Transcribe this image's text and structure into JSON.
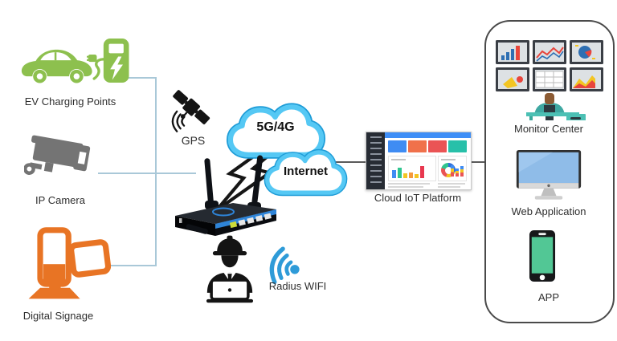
{
  "diagram": {
    "left_devices": [
      {
        "label": "EV Charging Points",
        "icon": "ev-car-charging-icon",
        "color": "#8DC04E"
      },
      {
        "label": "IP Camera",
        "icon": "cctv-camera-icon",
        "color": "#747474"
      },
      {
        "label": "Digital Signage",
        "icon": "signage-kiosk-icon",
        "color": "#E87424"
      }
    ],
    "middle": {
      "gps_label": "GPS",
      "cellular_cloud_label": "5G/4G",
      "internet_cloud_label": "Internet",
      "radius_wifi_label": "Radius WIFI"
    },
    "platform": {
      "label": "Cloud IoT Platform"
    },
    "right_panel": [
      {
        "label": "Monitor Center",
        "icon": "monitor-wall-icon"
      },
      {
        "label": "Web Application",
        "icon": "desktop-computer-icon"
      },
      {
        "label": "APP",
        "icon": "smartphone-icon",
        "color": "#52C795"
      }
    ],
    "colors": {
      "cloud_fill": "#55C8F4",
      "cloud_rim": "#1E9CD7",
      "wifi_blue": "#2E9BD8",
      "router_blue": "#2E84D8",
      "connector_left": "#A9C8D8",
      "connector_right": "#5A5A5A",
      "dashboard_cards": [
        "#3F8CF3",
        "#F0714B",
        "#EA5455",
        "#28C0A9"
      ]
    }
  }
}
